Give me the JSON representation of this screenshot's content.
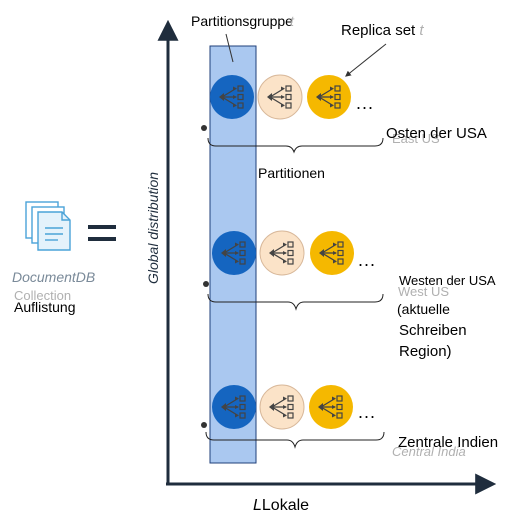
{
  "collection": {
    "icon_name": "document-stack-icon",
    "title": "DocumentDB",
    "ghost_subtitle": "Collection",
    "subtitle": "Auflistung",
    "equals": "="
  },
  "partition_group_label": "Partitionsgruppe",
  "partition_group_ghost": "t",
  "replica_set_label": "Replica set",
  "replica_set_ghost": "t",
  "partitions_label": "Partitionen",
  "axis": {
    "y_label": "Global distribution",
    "x_label": "Lokale",
    "x_label_ghost": "L"
  },
  "regions": [
    {
      "label": "Osten der USA",
      "ghost": "East US"
    },
    {
      "label": "Westen der USA",
      "ghost": "West US",
      "note_lines": [
        "(aktuelle",
        "Schreiben",
        "Region)"
      ]
    },
    {
      "label": "Zentrale Indien",
      "ghost": "Central India"
    }
  ],
  "ellipsis": "...",
  "colors": {
    "partition_group_band": "#aac8f0",
    "primary_replica": "#1565c0",
    "secondary_replica": "#fbe3c8",
    "tertiary_replica": "#f5b800",
    "axis": "#1f2d3d",
    "document_icon": "#4aa3d8"
  }
}
